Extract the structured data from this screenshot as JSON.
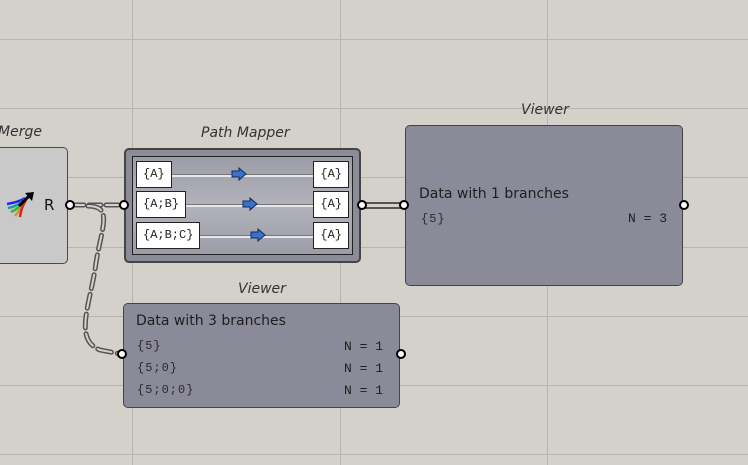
{
  "canvas": {
    "background": "#d4d0ca",
    "grid_color": "#b8b4ae"
  },
  "merge": {
    "label": "Merge",
    "output": "R",
    "icon": "merge-arrows-icon"
  },
  "path_mapper": {
    "label": "Path Mapper",
    "arrow_color": "#3a72c8",
    "mappings": [
      {
        "source": "{A}",
        "target": "{A}"
      },
      {
        "source": "{A;B}",
        "target": "{A}"
      },
      {
        "source": "{A;B;C}",
        "target": "{A}"
      }
    ]
  },
  "viewer_top": {
    "label": "Viewer",
    "title": "Data with 1 branches",
    "branches": [
      {
        "path": "{5}",
        "count": "N = 3"
      }
    ]
  },
  "viewer_bottom": {
    "label": "Viewer",
    "title": "Data with 3 branches",
    "branches": [
      {
        "path": "{5}",
        "count": "N = 1"
      },
      {
        "path": "{5;0}",
        "count": "N = 1"
      },
      {
        "path": "{5;0;0}",
        "count": "N = 1"
      }
    ]
  }
}
